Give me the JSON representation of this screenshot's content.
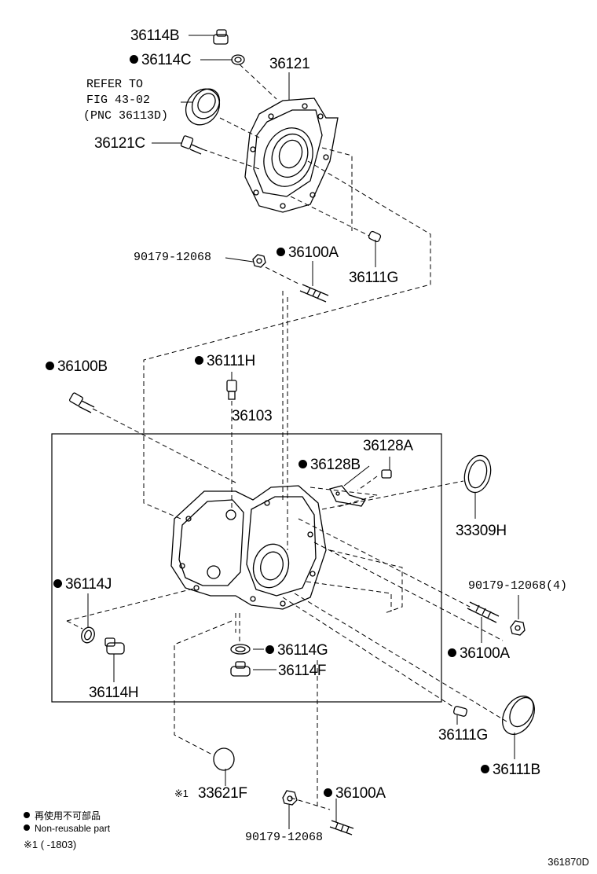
{
  "labels": {
    "p36114B": "36114B",
    "p36114C": "36114C",
    "p36121": "36121",
    "refer1": "REFER TO",
    "refer2": "FIG 43-02",
    "refer3": "(PNC 36113D)",
    "p36121C": "36121C",
    "p90179_top": "90179-12068",
    "p36100A_top": "36100A",
    "p36111G_top": "36111G",
    "p36100B": "36100B",
    "p36111H": "36111H",
    "p36103": "36103",
    "p36128A": "36128A",
    "p36128B": "36128B",
    "p33309H": "33309H",
    "p90179_4": "90179-12068(4)",
    "p36114J": "36114J",
    "p36100A_mid": "36100A",
    "p36114G": "36114G",
    "p36114F": "36114F",
    "p36114H": "36114H",
    "p36111G_bot": "36111G",
    "p36111B": "36111B",
    "p33621F_mark": "※1",
    "p33621F": "33621F",
    "p36100A_bot": "36100A",
    "p90179_bot": "90179-12068"
  },
  "legend": {
    "line1": "再使用不可部品",
    "line2": "Non-reusable part",
    "line3": "※1 (     -1803)"
  },
  "diagram_code": "361870D"
}
